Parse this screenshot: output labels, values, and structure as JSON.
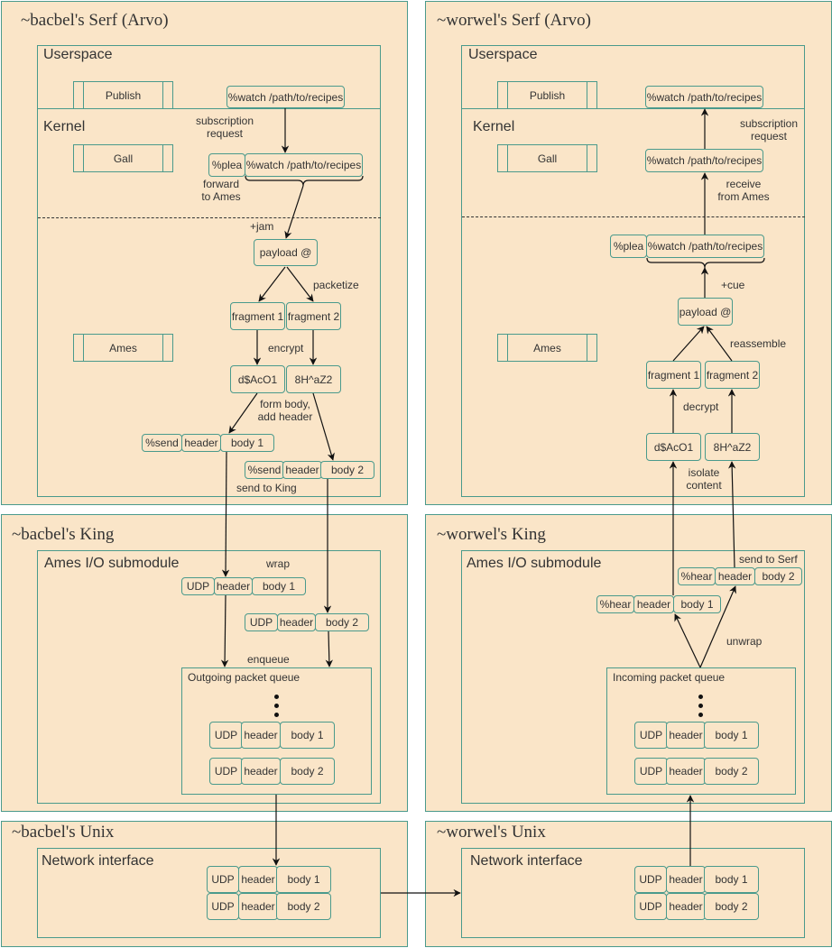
{
  "sender": {
    "serf": {
      "title": "~bacbel's Serf (Arvo)",
      "userspace": "Userspace",
      "kernel": "Kernel",
      "modules": {
        "publish": "Publish",
        "gall": "Gall",
        "ames": "Ames"
      },
      "watch_user": "%watch /path/to/recipes",
      "plea": "%plea",
      "watch_kernel": "%watch /path/to/recipes",
      "payload": "payload @",
      "fragment1": "fragment 1",
      "fragment2": "fragment 2",
      "cipher1": "d$AcO1",
      "cipher2": "8H^aZ2",
      "send_row1": [
        "%send",
        "header",
        "body 1"
      ],
      "send_row2": [
        "%send",
        "header",
        "body 2"
      ],
      "labels": {
        "subscription_request": "subscription\nrequest",
        "forward_to_ames": "forward\nto Ames",
        "jam": "+jam",
        "packetize": "packetize",
        "encrypt": "encrypt",
        "form_body": "form body,\nadd header",
        "send_to_king": "send to King"
      }
    },
    "king": {
      "title": "~bacbel's King",
      "submodule": "Ames I/O submodule",
      "wrap": "wrap",
      "enqueue": "enqueue",
      "udp_row1": [
        "UDP",
        "header",
        "body 1"
      ],
      "udp_row2": [
        "UDP",
        "header",
        "body 2"
      ],
      "queue_title": "Outgoing packet queue",
      "queue_rows": [
        [
          "UDP",
          "header",
          "body 1"
        ],
        [
          "UDP",
          "header",
          "body 2"
        ]
      ]
    },
    "unix": {
      "title": "~bacbel's Unix",
      "interface": "Network interface",
      "rows": [
        [
          "UDP",
          "header",
          "body 1"
        ],
        [
          "UDP",
          "header",
          "body 2"
        ]
      ]
    }
  },
  "receiver": {
    "serf": {
      "title": "~worwel's Serf (Arvo)",
      "userspace": "Userspace",
      "kernel": "Kernel",
      "modules": {
        "publish": "Publish",
        "gall": "Gall",
        "ames": "Ames"
      },
      "watch_user": "%watch /path/to/recipes",
      "watch_gall": "%watch /path/to/recipes",
      "plea": "%plea",
      "watch_kernel": "%watch /path/to/recipes",
      "payload": "payload @",
      "fragment1": "fragment 1",
      "fragment2": "fragment 2",
      "cipher1": "d$AcO1",
      "cipher2": "8H^aZ2",
      "labels": {
        "subscription_request": "subscription\nrequest",
        "receive_from_ames": "receive\nfrom Ames",
        "cue": "+cue",
        "reassemble": "reassemble",
        "decrypt": "decrypt",
        "isolate_content": "isolate\ncontent"
      }
    },
    "king": {
      "title": "~worwel's King",
      "submodule": "Ames I/O submodule",
      "send_to_serf": "send to Serf",
      "unwrap": "unwrap",
      "hear_row1": [
        "%hear",
        "header",
        "body 1"
      ],
      "hear_row2": [
        "%hear",
        "header",
        "body 2"
      ],
      "queue_title": "Incoming packet queue",
      "queue_rows": [
        [
          "UDP",
          "header",
          "body 1"
        ],
        [
          "UDP",
          "header",
          "body 2"
        ]
      ]
    },
    "unix": {
      "title": "~worwel's Unix",
      "interface": "Network interface",
      "rows": [
        [
          "UDP",
          "header",
          "body 1"
        ],
        [
          "UDP",
          "header",
          "body 2"
        ]
      ]
    }
  }
}
